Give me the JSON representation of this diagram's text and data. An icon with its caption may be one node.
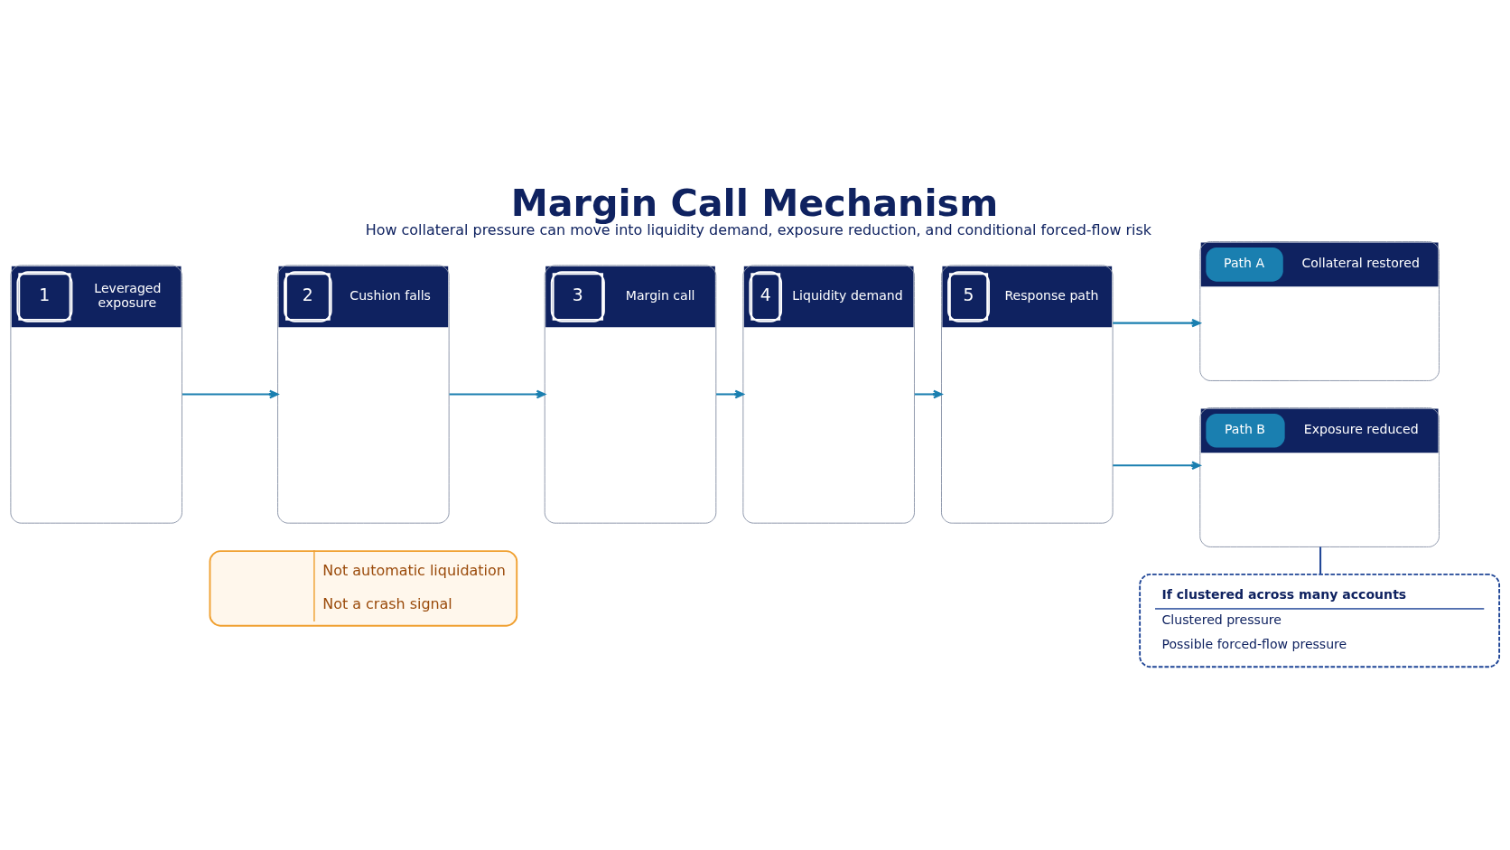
{
  "diagram": {
    "title": "Margin Call Mechanism",
    "caption": "How collateral pressure can move into liquidity demand, exposure reduction, and conditional forced-flow risk",
    "nodes": [
      {
        "text": [
          "1",
          "Leveraged exposure"
        ]
      },
      {
        "text": [
          "2",
          "Cushion falls"
        ]
      },
      {
        "text": [
          "3",
          "Margin call"
        ]
      },
      {
        "text": [
          "4",
          "Liquidity demand"
        ]
      },
      {
        "text": [
          "5",
          "Response path"
        ]
      },
      {
        "text": [
          "Path A",
          "Collateral restored"
        ]
      },
      {
        "text": [
          "Path B",
          "Exposure reduced"
        ]
      },
      {
        "text": [
          "Not automatic liquidation",
          "Not a crash signal"
        ]
      },
      {
        "text": [
          "If clustered across many accounts",
          "Clustered pressure",
          "Possible forced-flow pressure"
        ]
      }
    ],
    "edges": [
      {
        "from": 0,
        "to": 1,
        "arrow": "to"
      },
      {
        "from": 1,
        "to": 2,
        "arrow": "to"
      },
      {
        "from": 2,
        "to": 3,
        "arrow": "to"
      },
      {
        "from": 3,
        "to": 4,
        "arrow": "to"
      },
      {
        "from": 4,
        "to": 5,
        "arrow": "to"
      },
      {
        "from": 4,
        "to": 6,
        "arrow": "to"
      },
      {
        "from": 6,
        "to": 8,
        "arrow": "none",
        "color": "#1f4596"
      }
    ]
  }
}
